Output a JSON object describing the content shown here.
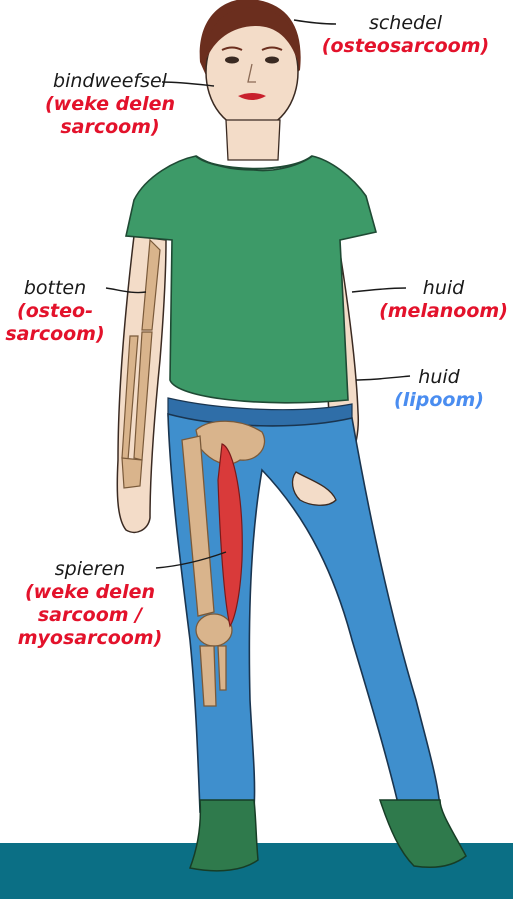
{
  "colors": {
    "malignant": "#e3122b",
    "benign": "#4a8df0",
    "label": "#1a1a1a",
    "floor": "#0b6f85",
    "shirt": "#3d9a68",
    "jeans": "#3f8fcd",
    "boots": "#2f7a4c",
    "skin": "#f3dcc8",
    "bone": "#d9b48c",
    "muscle": "#d93a3a",
    "hair": "#6b2e1e"
  },
  "labels": [
    {
      "id": "skull",
      "term": "schedel",
      "condition": "(osteosarcoom)",
      "condition_color": "malignant"
    },
    {
      "id": "connective-tissue",
      "term": "bindweefsel",
      "condition_lines": [
        "(weke delen",
        "sarcoom)"
      ],
      "condition_color": "malignant"
    },
    {
      "id": "bones",
      "term": "botten",
      "condition_lines": [
        "(osteo-",
        "sarcoom)"
      ],
      "condition_color": "malignant"
    },
    {
      "id": "skin-melanoma",
      "term": "huid",
      "condition": "(melanoom)",
      "condition_color": "malignant"
    },
    {
      "id": "skin-lipoma",
      "term": "huid",
      "condition": "(lipoom)",
      "condition_color": "benign"
    },
    {
      "id": "muscles",
      "term": "spieren",
      "condition_lines": [
        "(weke delen",
        "sarcoom /",
        "myosarcoom)"
      ],
      "condition_color": "malignant"
    }
  ]
}
